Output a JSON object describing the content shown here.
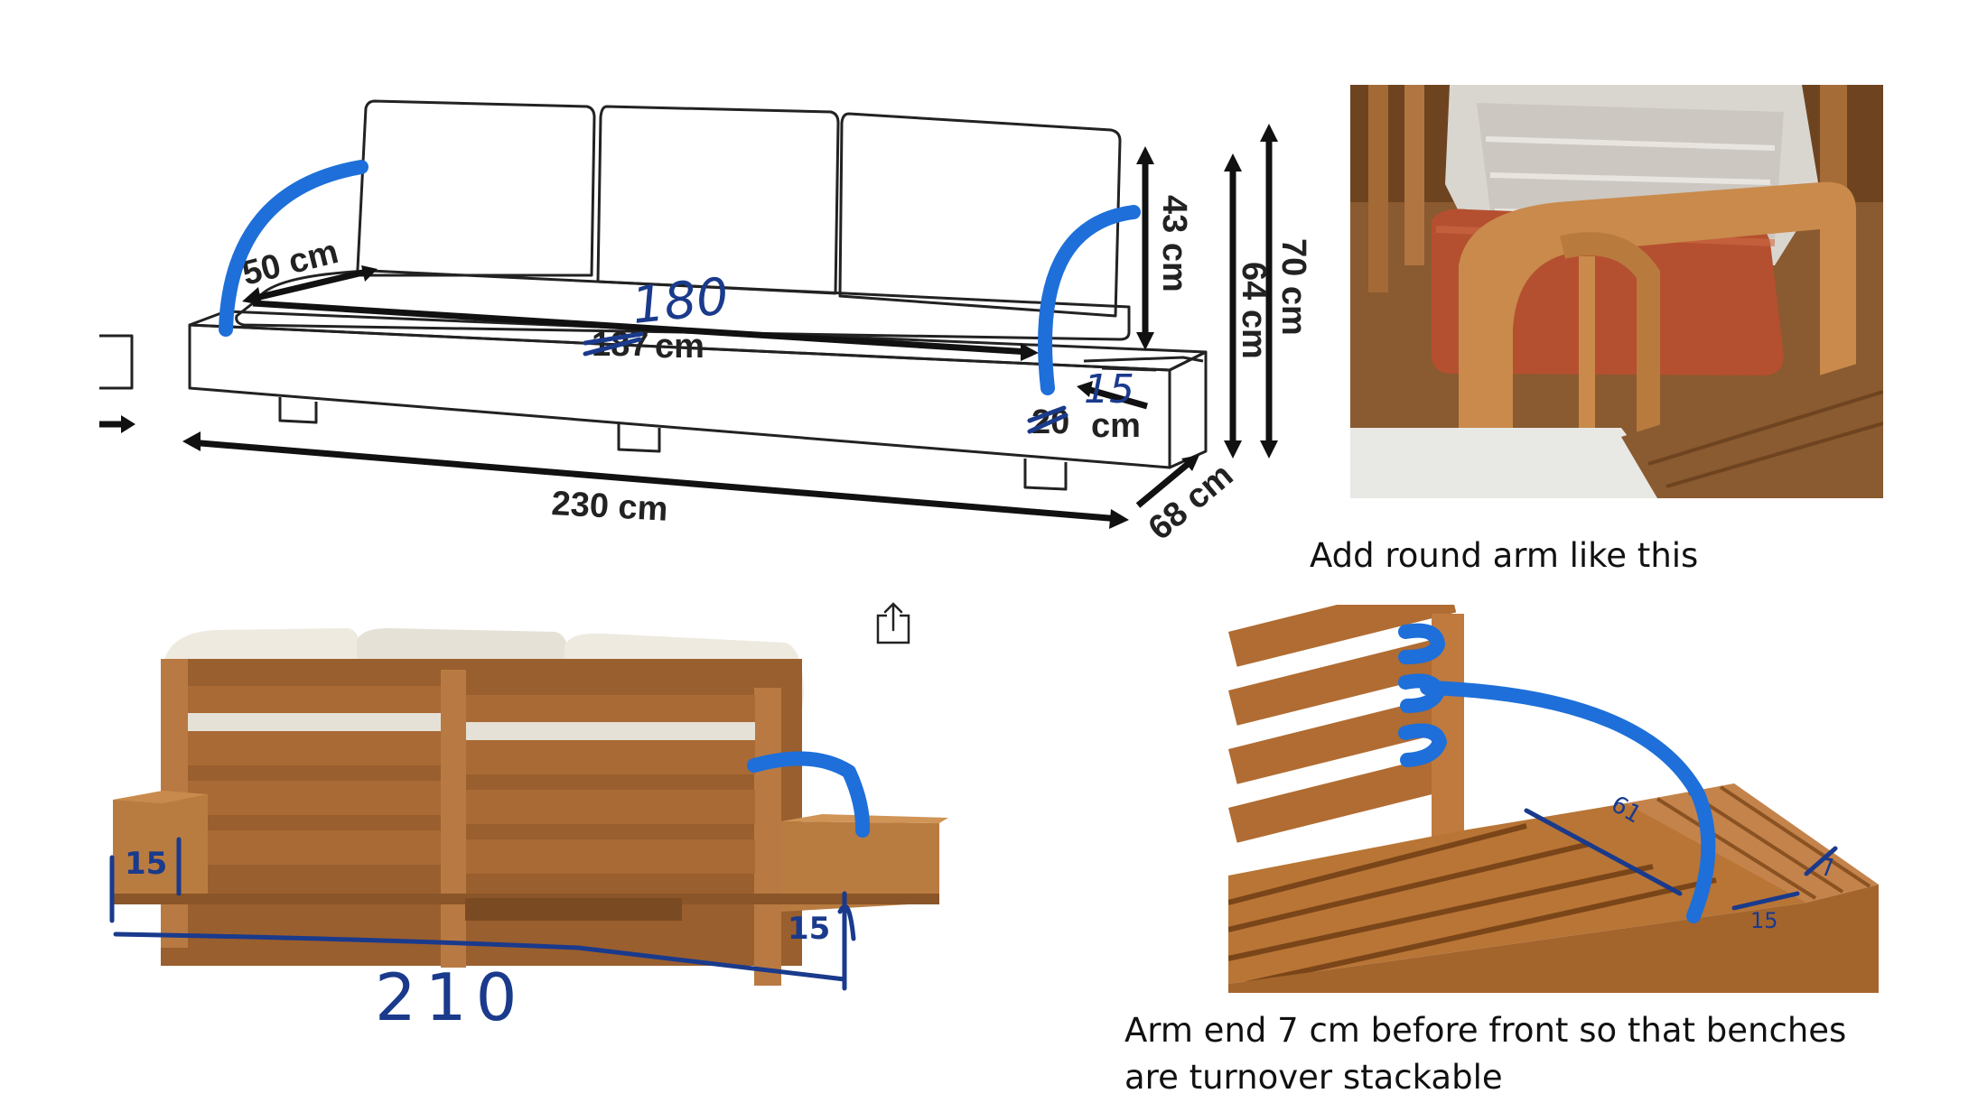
{
  "diagram": {
    "labels": {
      "seat_depth": "50 cm",
      "inner_length_strike": "187",
      "inner_length_unit": "cm",
      "inner_length_new": "180",
      "side_width_strike": "20",
      "side_width_unit": "cm",
      "side_width_new": "15",
      "back_height": "43 cm",
      "seat_height": "64 cm",
      "total_height": "70 cm",
      "total_length": "230 cm",
      "total_depth": "68 cm"
    }
  },
  "back_photo": {
    "left_height": "15",
    "right_height": "15",
    "total_length": "210"
  },
  "detail_photo": {
    "arm_length": "61",
    "front_gap": "7",
    "side_width": "15"
  },
  "captions": {
    "round_arm": "Add round arm like this",
    "stackable": "Arm end 7 cm before front so that benches are turnover stackable"
  },
  "icons": {
    "share": "share-icon"
  },
  "colors": {
    "annotation_blue": "#1e6fd9",
    "ink_blue": "#1a3a8c",
    "wood": "#a86a35",
    "cushion": "#eeeae0",
    "terracotta": "#b4502f"
  }
}
